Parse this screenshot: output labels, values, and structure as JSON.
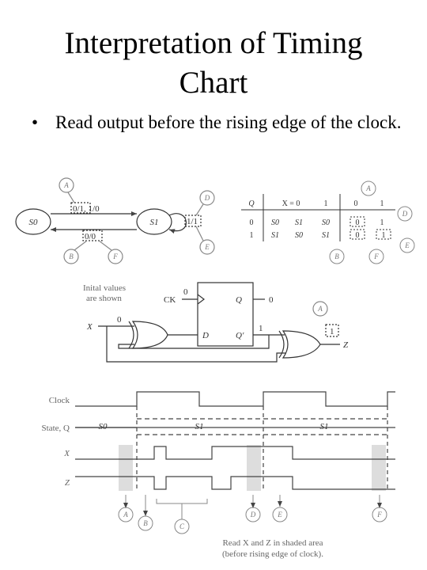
{
  "title": {
    "line1": "Interpretation of Timing",
    "line2": "Chart"
  },
  "bullet": {
    "symbol": "•",
    "text": "Read output before the rising edge of the clock."
  },
  "state_graph": {
    "states": [
      "S0",
      "S1"
    ],
    "edge_top": "0/1, 1/0",
    "edge_bottom": "0/0",
    "self_loop": "1/1",
    "callouts": [
      "A",
      "B",
      "D",
      "E",
      "F"
    ]
  },
  "state_table": {
    "header": [
      "Q",
      "X = 0",
      "1",
      "0",
      "1"
    ],
    "rows": [
      [
        "0",
        "S0",
        "S1",
        "S0",
        "0",
        "1"
      ],
      [
        "1",
        "S1",
        "S0",
        "S1",
        "0",
        "1"
      ]
    ],
    "callouts": [
      "A",
      "B",
      "D",
      "E",
      "F"
    ]
  },
  "circuit": {
    "note_line1": "Inital values",
    "note_line2": "are shown",
    "ck": "CK",
    "ck_val": "0",
    "q": "Q",
    "q_val": "0",
    "d": "D",
    "qbar": "Q′",
    "qbar_val": "1",
    "x": "X",
    "x_val": "0",
    "z": "Z",
    "z_box": "1",
    "callout": "A"
  },
  "timing": {
    "signals": [
      "Clock",
      "State, Q",
      "X",
      "Z"
    ],
    "states": [
      "S0",
      "S1",
      "S1"
    ],
    "markers": [
      "A",
      "B",
      "C",
      "D",
      "E",
      "F"
    ],
    "note_line1": "Read X and Z in shaded area",
    "note_line2": "(before rising edge of clock)."
  }
}
